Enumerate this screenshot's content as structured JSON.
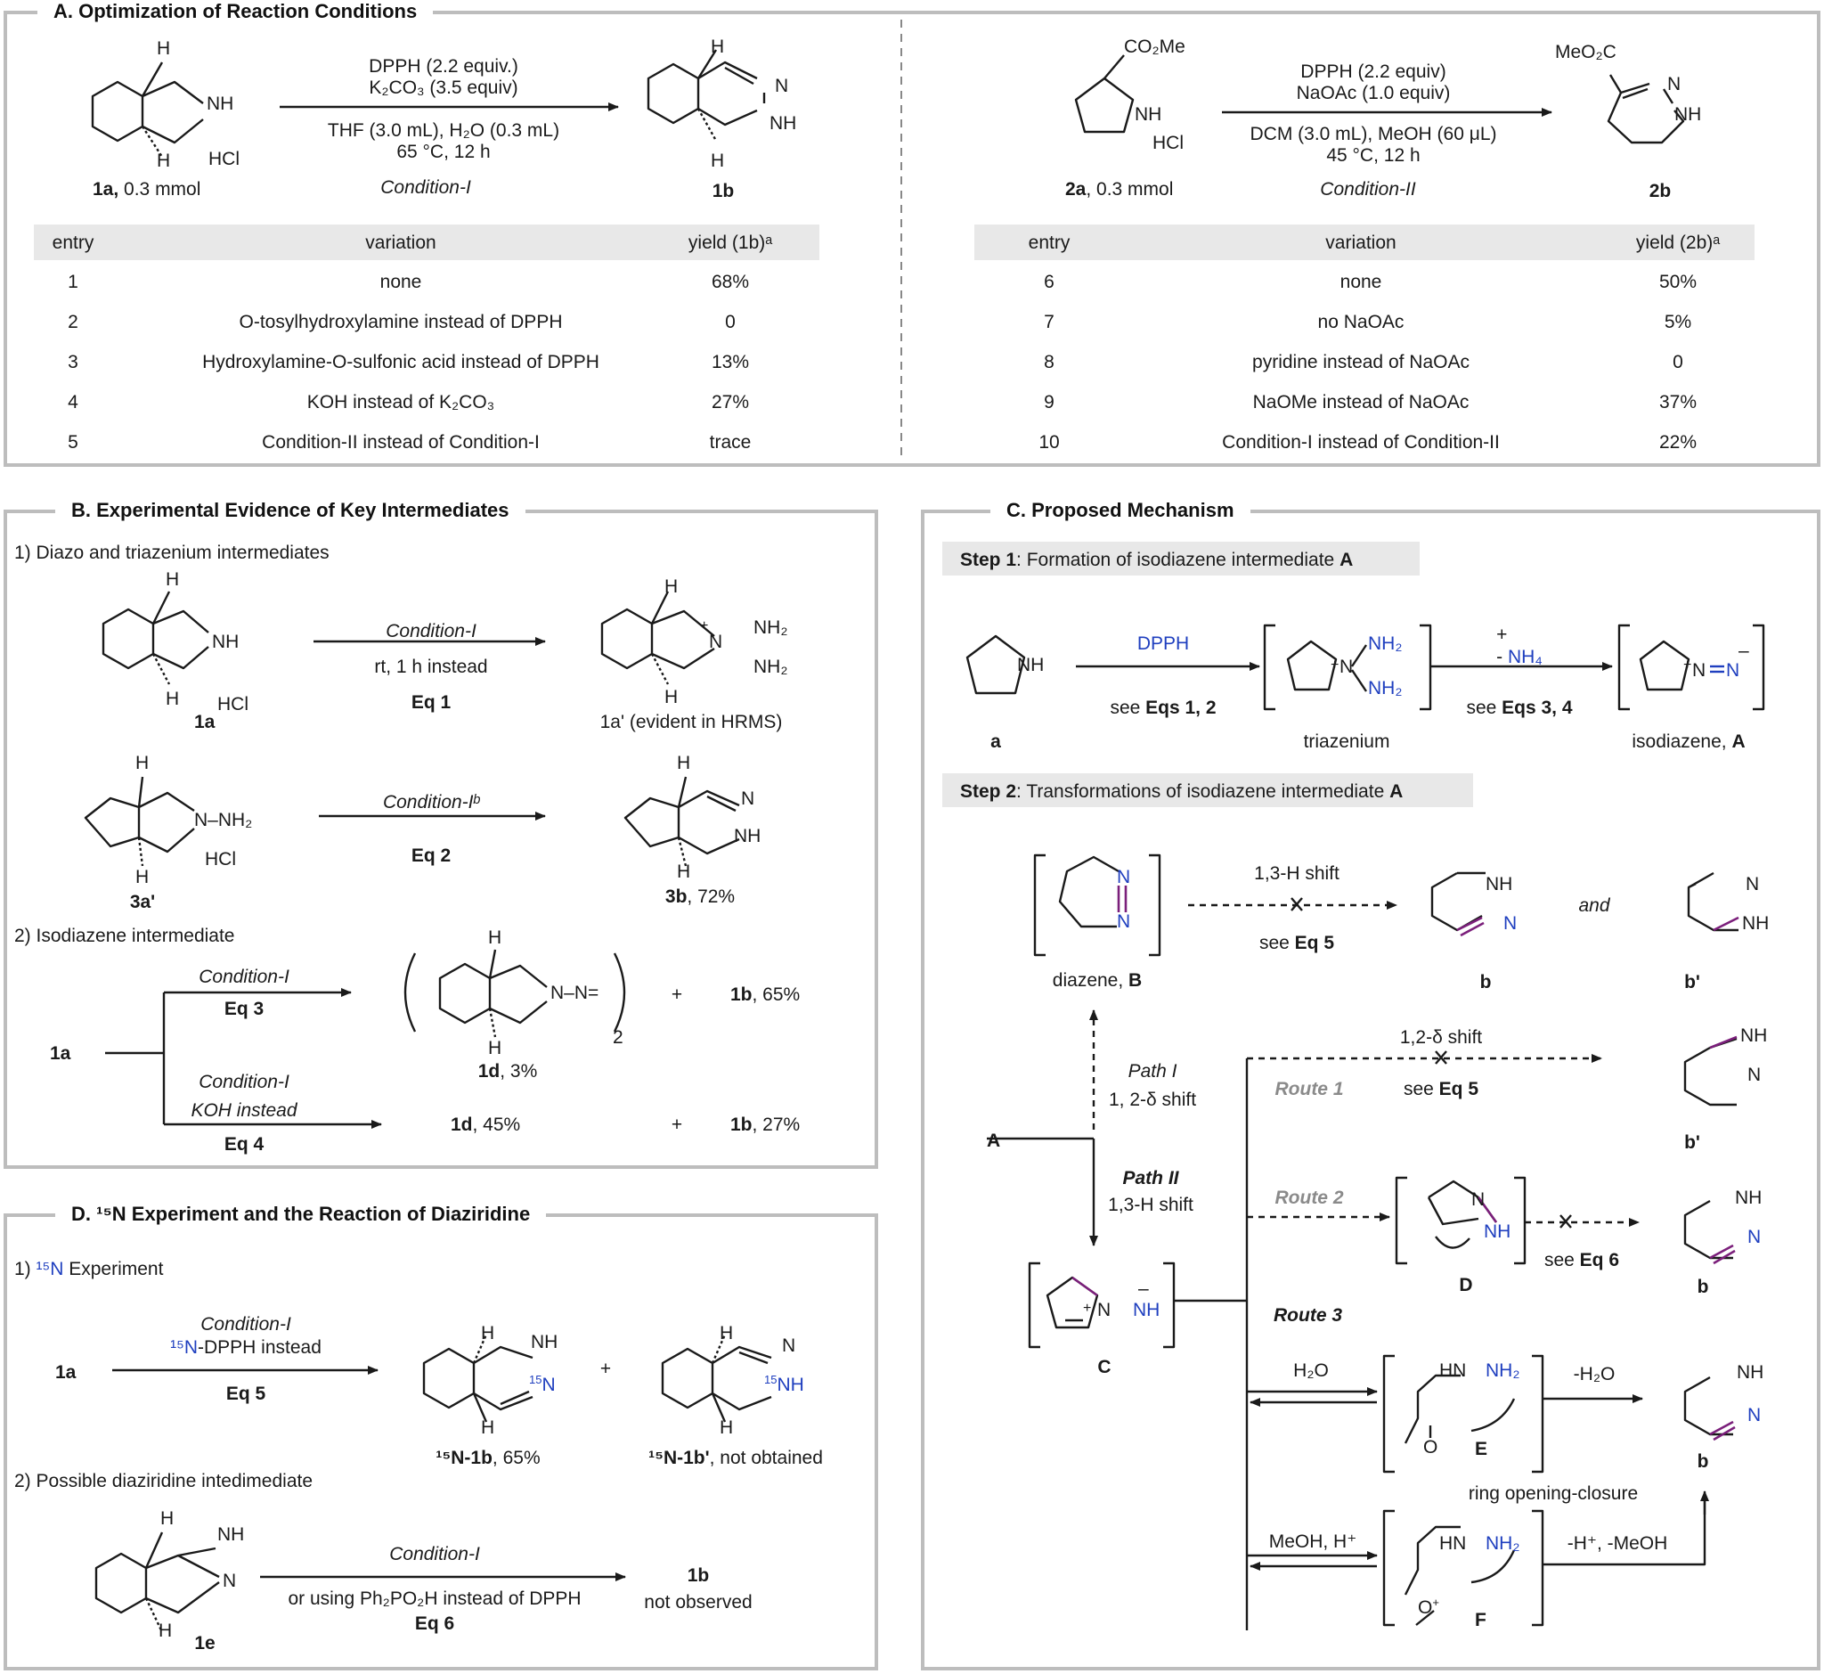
{
  "panelA": {
    "title": "A. Optimization of Reaction Conditions",
    "left": {
      "reagent1": "DPPH (2.2 equiv.)",
      "reagent2": "K₂CO₃ (3.5 equiv)",
      "solvent": "THF (3.0 mL), H₂O (0.3 mL)",
      "temp": "65 °C, 12 h",
      "condition": "Condition-I",
      "sm_label": "1a,",
      "sm_amount": " 0.3 mmol",
      "product": "1b",
      "hcl": "HCl",
      "nh": "NH",
      "h": "H",
      "n": "N",
      "headers": [
        "entry",
        "variation",
        "yield (1b)ᵃ"
      ],
      "rows": [
        [
          "1",
          "none",
          "68%"
        ],
        [
          "2",
          "O-tosylhydroxylamine instead of DPPH",
          "0"
        ],
        [
          "3",
          "Hydroxylamine-O-sulfonic acid instead of  DPPH",
          "13%"
        ],
        [
          "4",
          "KOH instead of K₂CO₃",
          "27%"
        ],
        [
          "5",
          "Condition-II instead of Condition-I",
          "trace"
        ]
      ]
    },
    "right": {
      "ester": "CO₂Me",
      "ester2": "MeO₂C",
      "reagent1": "DPPH (2.2 equiv)",
      "reagent2": "NaOAc (1.0 equiv)",
      "solvent": "DCM (3.0 mL), MeOH (60 μL)",
      "temp": "45 °C, 12 h",
      "condition": "Condition-II",
      "sm_label": "2a",
      "sm_amount": ", 0.3 mmol",
      "product": "2b",
      "headers": [
        "entry",
        "variation",
        "yield (2b)ᵃ"
      ],
      "rows": [
        [
          "6",
          "none",
          "50%"
        ],
        [
          "7",
          "no NaOAc",
          "5%"
        ],
        [
          "8",
          "pyridine instead of NaOAc",
          "0"
        ],
        [
          "9",
          "NaOMe instead of NaOAc",
          "37%"
        ],
        [
          "10",
          "Condition-I instead of Condition-II",
          "22%"
        ]
      ]
    }
  },
  "panelB": {
    "title": "B. Experimental Evidence of Key Intermediates",
    "sub1": "1) Diazo and triazenium intermediates",
    "eq1_cond": "Condition-I",
    "eq1_cond2": "rt, 1 h instead",
    "eq1": "Eq 1",
    "sm1": "1a",
    "p1": "1a' (evident in HRMS)",
    "eq2_cond": "Condition-Iᵇ",
    "eq2": "Eq 2",
    "sm2": "3a'",
    "p2": "3b, 72%",
    "sub2": "2) Isodiazene intermediate",
    "eq3_cond": "Condition-I",
    "eq3": "Eq 3",
    "eq4_cond": "Condition-I",
    "eq4_cond2": "KOH instead",
    "eq4": "Eq 4",
    "sm3": "1a",
    "p3": "1d, 3%",
    "p3b": "1b, 65%",
    "p4": "1d, 45%",
    "p4b": "1b, 27%",
    "plus": "+",
    "sub2_index": "2",
    "nh2": "NH₂",
    "nnh2": "N–NH₂",
    "nn": "N–N="
  },
  "panelC": {
    "title": "C. Proposed Mechanism",
    "step1": "Step 1: Formation of isodiazene intermediate A",
    "step2": "Step 2: Transformations of isodiazene intermediate A",
    "dpph": "DPPH",
    "see12": "see Eqs 1, 2",
    "nh4": "- NH₄",
    "see34": "see Eqs 3, 4",
    "a": "a",
    "triazenium": "triazenium",
    "isodiazene": "isodiazene, A",
    "shift13": "1,3-H shift",
    "see5": "see Eq 5",
    "diazene": "diazene, B",
    "b": "b",
    "and": "and",
    "bprime": "b'",
    "shift12": "1,2-δ  shift",
    "path1": "Path I",
    "path1b": "1, 2-δ shift",
    "route1": "Route 1",
    "A": "A",
    "path2": "Path II",
    "path2b": "1,3-H shift",
    "route2": "Route 2",
    "see6": "see Eq 6",
    "D": "D",
    "C": "C",
    "route3": "Route 3",
    "h2o": "H₂O",
    "mh2o": "-H₂O",
    "E": "E",
    "ringopen": "ring opening-closure",
    "meoh": "MeOH, H⁺",
    "mh": "-H⁺, -MeOH",
    "F": "F"
  },
  "panelD": {
    "title": "D. ¹⁵N Experiment and the Reaction of Diaziridine",
    "sub1": "1) ¹⁵N Experiment",
    "cond": "Condition-I",
    "cond2": "¹⁵N-DPPH instead",
    "eq5": "Eq 5",
    "sm": "1a",
    "p1": "¹⁵N-1b, 65%",
    "p2": "¹⁵N-1b', not obtained",
    "sub2": "2) Possible diaziridine intedimediate",
    "cond3": "Condition-I",
    "cond4": "or using Ph₂PO₂H instead of DPPH",
    "eq6": "Eq 6",
    "sm2": "1e",
    "p3": "1b",
    "p3b": "not observed",
    "plus": "+"
  },
  "colors": {
    "border": "#bdbdbd",
    "header": "#e8e8e8",
    "blue": "#1f3fbf",
    "purple": "#7b1f7b",
    "grey_text": "#8a8a8a"
  }
}
